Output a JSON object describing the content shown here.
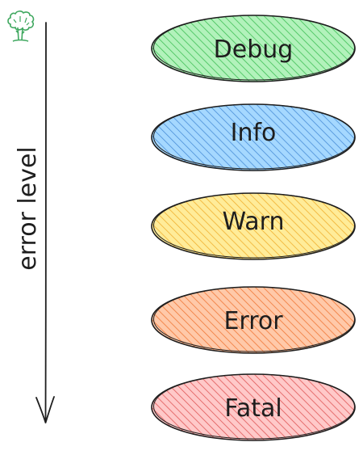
{
  "axis": {
    "label": "error level"
  },
  "levels": [
    {
      "label": "Debug",
      "fill": "#b2f2bb",
      "hatch": "#40c057"
    },
    {
      "label": "Info",
      "fill": "#a5d8ff",
      "hatch": "#4a8fd8"
    },
    {
      "label": "Warn",
      "fill": "#ffec99",
      "hatch": "#f0b030"
    },
    {
      "label": "Error",
      "fill": "#ffc9a9",
      "hatch": "#f07838"
    },
    {
      "label": "Fatal",
      "fill": "#ffc9c9",
      "hatch": "#e05858"
    }
  ],
  "colors": {
    "stroke": "#1e1e1e",
    "tree_icon": "#40a860"
  },
  "icon": "tree-icon"
}
